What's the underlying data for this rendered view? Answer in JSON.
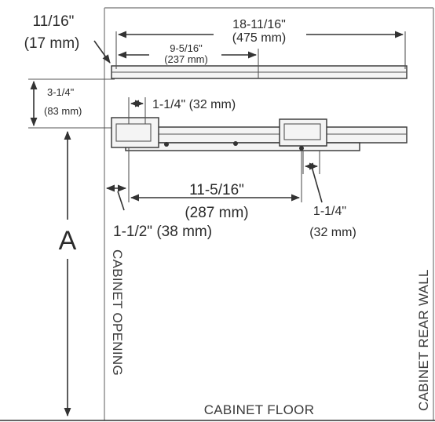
{
  "dimensions": {
    "top_offset": {
      "imperial": "11/16\"",
      "metric": "(17 mm)"
    },
    "overall_length": {
      "imperial": "18-11/16\"",
      "metric": "(475 mm)"
    },
    "mid_length": {
      "imperial": "9-5/16\"",
      "metric": "(237 mm)"
    },
    "height": {
      "imperial": "3-1/4\"",
      "metric": "(83 mm)"
    },
    "front_inset": {
      "text": "1-1/4\" (32 mm)"
    },
    "span": {
      "imperial": "11-5/16\"",
      "metric": "(287 mm)"
    },
    "rear_inset": {
      "imperial": "1-1/4\"",
      "metric": "(32 mm)"
    },
    "opening_setback": {
      "text": "1-1/2\" (38 mm)"
    },
    "a": "A"
  },
  "labels": {
    "cabinet_opening": "CABINET OPENING",
    "cabinet_floor": "CABINET FLOOR",
    "cabinet_rear_wall": "CABINET REAR WALL"
  }
}
